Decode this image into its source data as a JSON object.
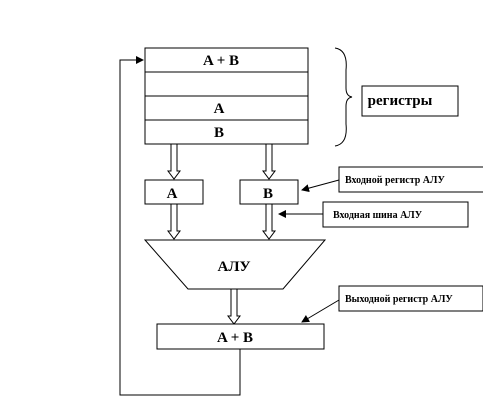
{
  "diagram": {
    "registers_block": {
      "rows": [
        "A + B",
        "",
        "",
        "A",
        "B"
      ]
    },
    "registers_label": "регистры",
    "alu_input_register_a": "A",
    "alu_input_register_b": "B",
    "alu_label": "АЛУ",
    "output_register": "A + B",
    "callouts": {
      "input_register": "Входной регистр АЛУ",
      "input_bus": "Входная шина АЛУ",
      "output_register": "Выходной регистр АЛУ"
    },
    "colors": {
      "stroke": "#000000",
      "fill": "#ffffff"
    }
  }
}
